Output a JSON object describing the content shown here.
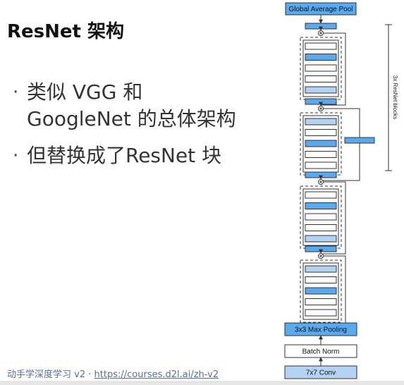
{
  "slide": {
    "title": "ResNet 架构",
    "bullets": [
      "类似 VGG 和 GoogleNet 的总体架构",
      "但替换成了ResNet 块"
    ],
    "footer_course": "动手学深度学习 v2",
    "footer_separator": "·",
    "footer_link": "https://courses.d2l.ai/zh-v2"
  },
  "diagram": {
    "top_label": "Global Average Pool",
    "bottom_labels": [
      "3x3 Max Pooling",
      "Batch Norm",
      "7x7 Conv"
    ],
    "repeat_label": "3x ResNet blocks",
    "colors": {
      "blue": "#5aa9ec",
      "light_blue": "#b4d3f3",
      "white": "#ffffff",
      "border": "#333333"
    }
  }
}
